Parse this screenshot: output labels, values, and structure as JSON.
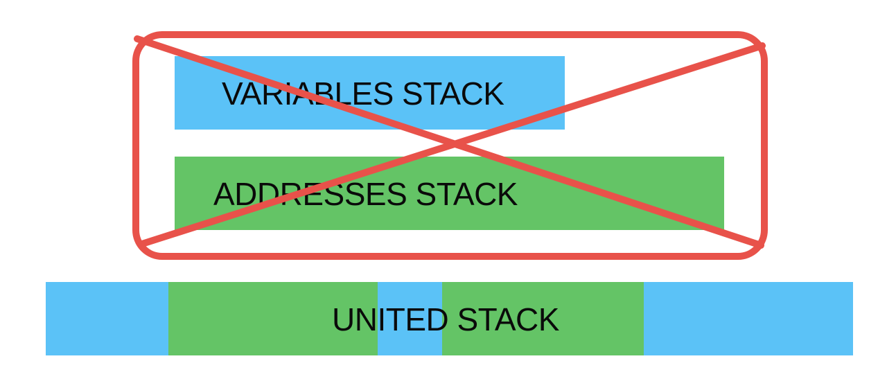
{
  "colors": {
    "variables": "#5bc2f7",
    "addresses": "#64c466",
    "crossout": "#e8524a",
    "text": "#0a0a0a"
  },
  "stacks": {
    "variables_label": "VARIABLES STACK",
    "addresses_label": "ADDRESSES STACK",
    "united_label": "UNITED STACK"
  },
  "united_segments": [
    "variables",
    "addresses",
    "variables",
    "addresses",
    "variables"
  ],
  "crossout": {
    "icon": "cross-out-mark",
    "shape": "rounded-rectangle-with-x"
  }
}
